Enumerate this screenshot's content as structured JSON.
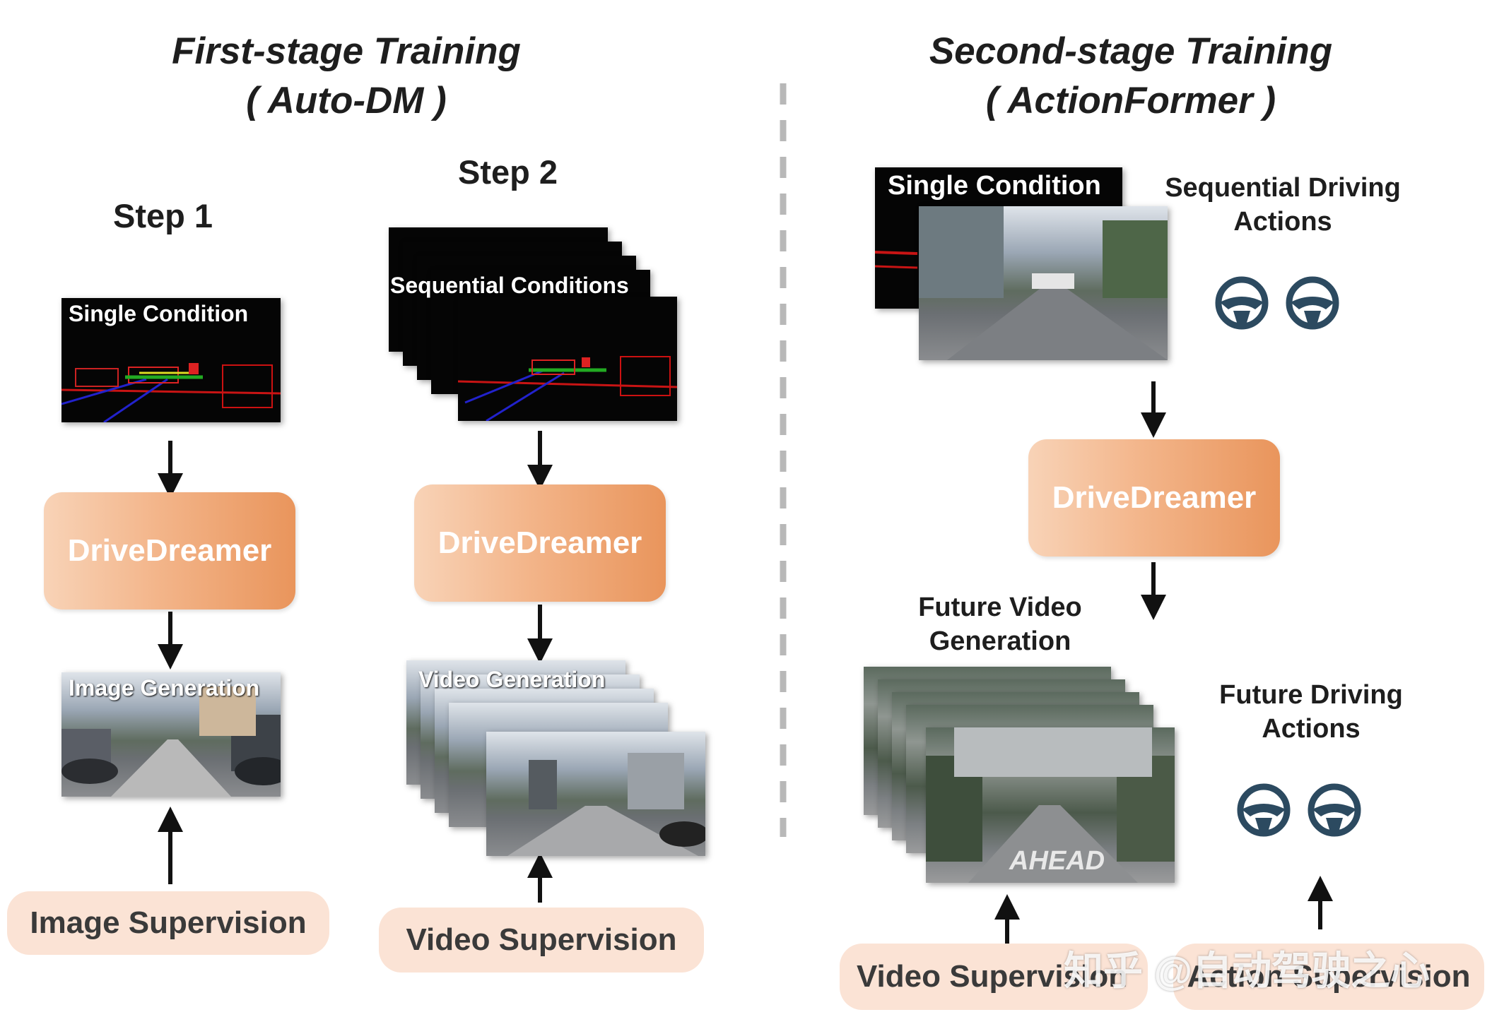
{
  "first_stage": {
    "title": "First-stage Training",
    "subtitle": "( Auto-DM )",
    "step1": {
      "label": "Step 1",
      "condition": "Single Condition",
      "model": "DriveDreamer",
      "output": "Image Generation",
      "supervision": "Image Supervision"
    },
    "step2": {
      "label": "Step 2",
      "condition": "Sequential Conditions",
      "model": "DriveDreamer",
      "output": "Video Generation",
      "supervision": "Video Supervision"
    }
  },
  "second_stage": {
    "title": "Second-stage Training",
    "subtitle": "( ActionFormer )",
    "condition": "Single Condition",
    "actions_label": "Sequential Driving Actions",
    "model": "DriveDreamer",
    "future_video_label": "Future Video Generation",
    "future_actions_label": "Future Driving Actions",
    "road_marking": "AHEAD",
    "video_supervision": "Video Supervision",
    "action_supervision": "Action Supervision"
  },
  "icons": {
    "steering": "steering-wheel-icon",
    "arrow": "arrow-icon"
  },
  "colors": {
    "model_box_light": "#f8d3b7",
    "model_box_dark": "#e9955c",
    "supervision_box": "#fbe3d5",
    "steering_wheel": "#2c4a60",
    "divider": "#b8b8b8"
  },
  "watermark": "知乎 @自动驾驶之心"
}
